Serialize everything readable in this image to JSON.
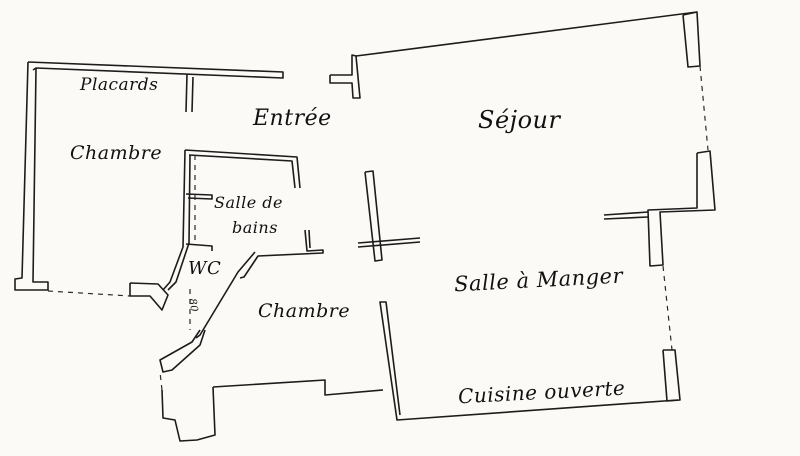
{
  "rooms": {
    "placards": "Placards",
    "entree": "Entrée",
    "chambre_1": "Chambre",
    "sejour": "Séjour",
    "salle_de_bains_line1": "Salle de",
    "salle_de_bains_line2": "bains",
    "wc": "WC",
    "chambre_2": "Chambre",
    "salle_a_manger": "Salle à Manger",
    "cuisine_ouverte": "Cuisine ouverte",
    "small_mark": "80"
  }
}
